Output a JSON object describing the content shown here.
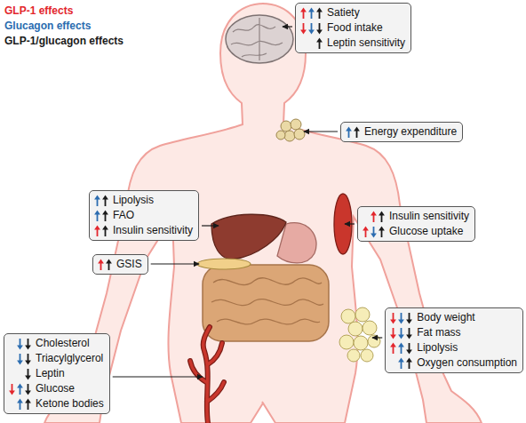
{
  "diagram": {
    "nodes": [
      {
        "text": [
          "Satiety",
          "Food intake",
          "Leptin sensitivity"
        ]
      },
      {
        "text": [
          "Energy expenditure"
        ]
      },
      {
        "text": [
          "Lipolysis",
          "FAO",
          "Insulin sensitivity"
        ]
      },
      {
        "text": [
          "Insulin sensitivity",
          "Glucose uptake"
        ]
      },
      {
        "text": [
          "GSIS"
        ]
      },
      {
        "text": [
          "Body weight",
          "Fat mass",
          "Lipolysis",
          "Oxygen consumption"
        ]
      },
      {
        "text": [
          "Cholesterol",
          "Triacylglycerol",
          "Leptin",
          "Glucose",
          "Ketone bodies"
        ]
      }
    ],
    "legend": [
      {
        "text": "GLP-1 effects",
        "color": "#e3262d"
      },
      {
        "text": "Glucagon effects",
        "color": "#2b6cb0"
      },
      {
        "text": "GLP-1/glucagon effects",
        "color": "#1a1a1a"
      }
    ]
  }
}
